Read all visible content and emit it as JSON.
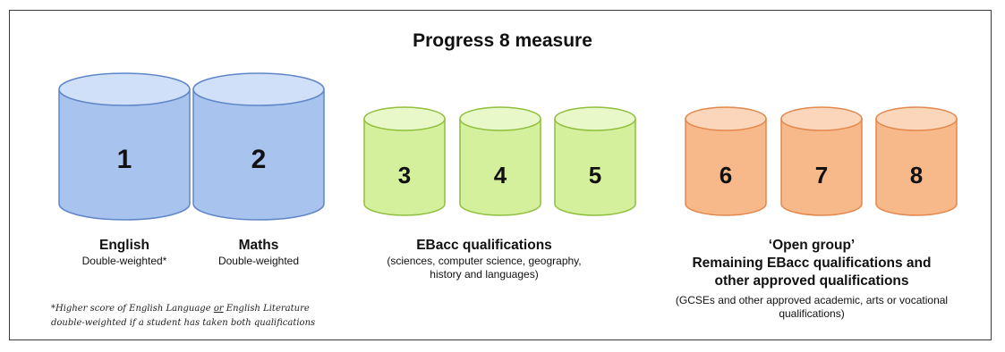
{
  "title": "Progress 8 measure",
  "buckets": [
    {
      "number": "1",
      "group": "english"
    },
    {
      "number": "2",
      "group": "maths"
    },
    {
      "number": "3",
      "group": "ebacc"
    },
    {
      "number": "4",
      "group": "ebacc"
    },
    {
      "number": "5",
      "group": "ebacc"
    },
    {
      "number": "6",
      "group": "open"
    },
    {
      "number": "7",
      "group": "open"
    },
    {
      "number": "8",
      "group": "open"
    }
  ],
  "colors": {
    "blue_body": "#a8c3ee",
    "blue_top": "#cfe0f8",
    "blue_stroke": "#5f85c8",
    "green_body": "#d4f09c",
    "green_top": "#e8f8c8",
    "green_stroke": "#8fbf3c",
    "orange_body": "#f7b88a",
    "orange_top": "#fbd6bb",
    "orange_stroke": "#e2884c"
  },
  "labels": {
    "english": {
      "heading": "English",
      "sub": "Double-weighted*"
    },
    "maths": {
      "heading": "Maths",
      "sub": "Double-weighted"
    },
    "ebacc": {
      "heading": "EBacc qualifications",
      "sub_line1": "(sciences, computer science, geography,",
      "sub_line2": "history and languages)"
    },
    "open": {
      "heading_line1": "‘Open group’",
      "heading_line2": "Remaining EBacc qualifications and",
      "heading_line3": "other approved qualifications",
      "sub_line1": "(GCSEs and other approved academic, arts or vocational",
      "sub_line2": "qualifications)"
    }
  },
  "footnote": {
    "part1": "*Higher score of English Language ",
    "or": "or",
    "part2": " English Literature",
    "line2": "double-weighted if a student has taken both qualifications"
  }
}
